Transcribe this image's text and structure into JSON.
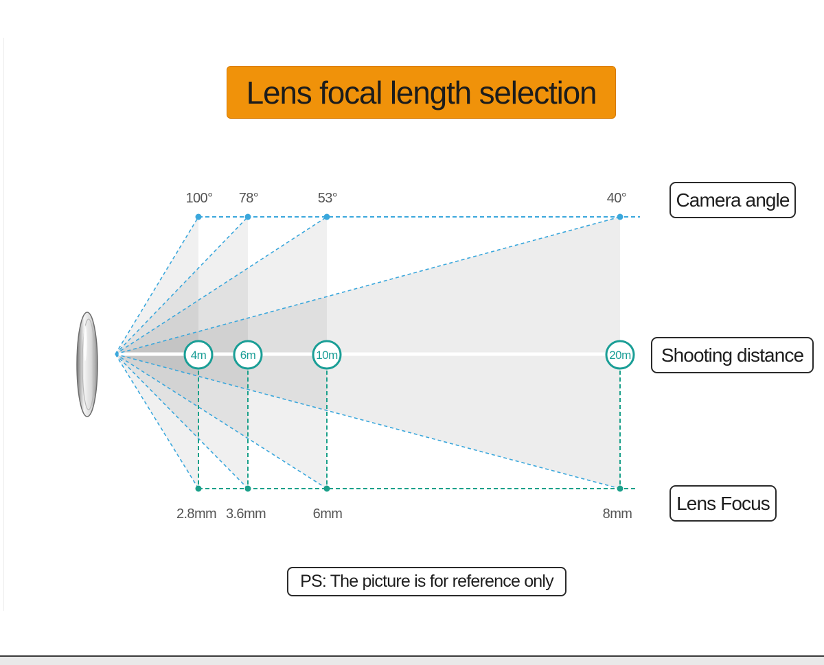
{
  "title": "Lens focal length selection",
  "labels": {
    "camera_angle": "Camera angle",
    "shooting_distance": "Shooting distance",
    "lens_focus": "Lens Focus"
  },
  "note": "PS: The picture is for reference only",
  "lenses": [
    {
      "angle": "100°",
      "distance": "4m",
      "focus": "2.8mm"
    },
    {
      "angle": "78°",
      "distance": "6m",
      "focus": "3.6mm"
    },
    {
      "angle": "53°",
      "distance": "10m",
      "focus": "6mm"
    },
    {
      "angle": "40°",
      "distance": "20m",
      "focus": "8mm"
    }
  ],
  "colors": {
    "title_background": "#f0920a",
    "guide_line": "#3aa7dc",
    "focus_line": "#1aa08a",
    "distance_marker": "#1a9e96"
  }
}
